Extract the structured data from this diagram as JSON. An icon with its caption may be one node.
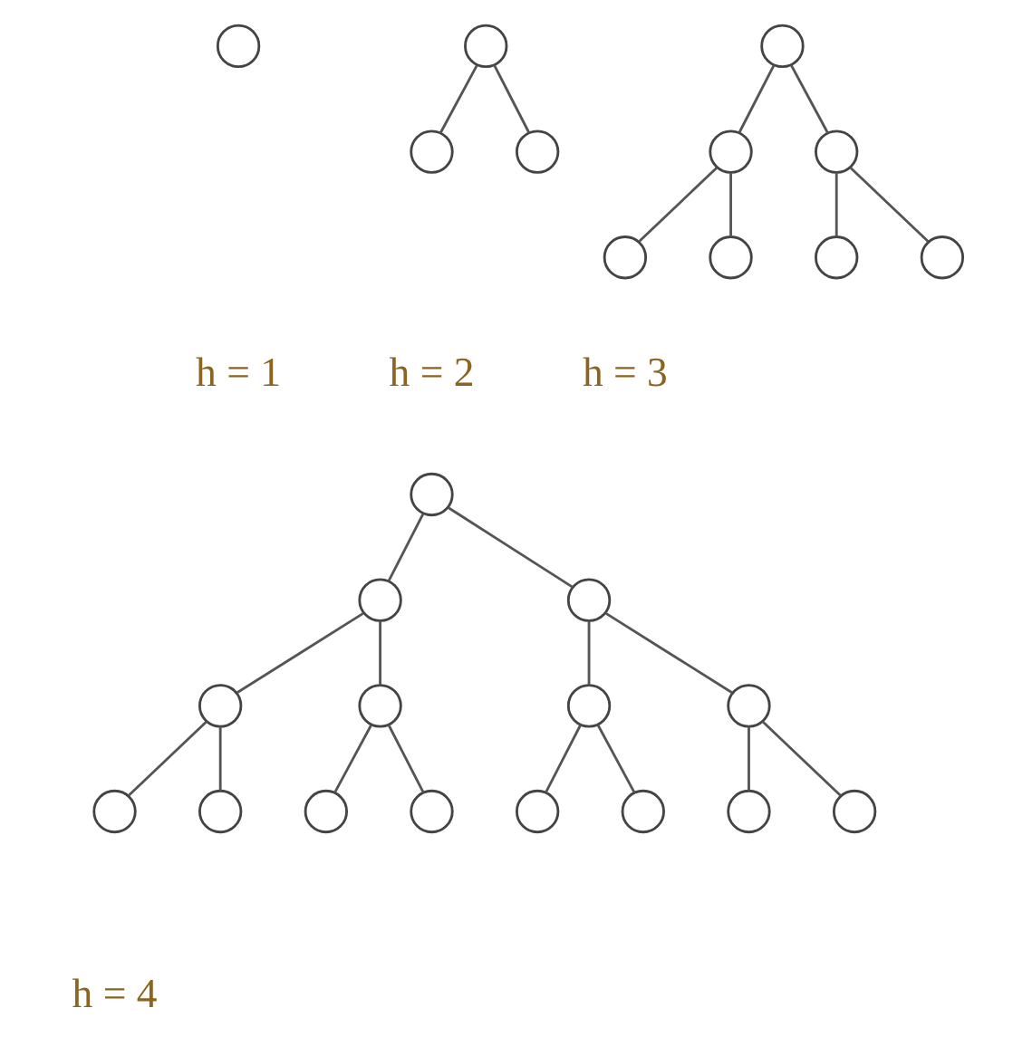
{
  "diagram": {
    "nodes": [
      {
        "text": [],
        "shape": "circle"
      },
      {
        "text": [],
        "shape": "circle"
      },
      {
        "text": [],
        "shape": "circle"
      },
      {
        "text": [],
        "shape": "circle"
      },
      {
        "text": [],
        "shape": "circle"
      },
      {
        "text": [],
        "shape": "circle"
      },
      {
        "text": [],
        "shape": "circle"
      },
      {
        "text": [],
        "shape": "circle"
      },
      {
        "text": [],
        "shape": "circle"
      },
      {
        "text": [],
        "shape": "circle"
      },
      {
        "text": [],
        "shape": "circle"
      },
      {
        "text": [],
        "shape": "circle"
      },
      {
        "text": [],
        "shape": "circle"
      },
      {
        "text": [],
        "shape": "circle"
      },
      {
        "text": [],
        "shape": "circle"
      },
      {
        "text": [],
        "shape": "circle"
      },
      {
        "text": [],
        "shape": "circle"
      },
      {
        "text": [],
        "shape": "circle"
      },
      {
        "text": [],
        "shape": "circle"
      },
      {
        "text": [],
        "shape": "circle"
      },
      {
        "text": [],
        "shape": "circle"
      },
      {
        "text": [],
        "shape": "circle"
      },
      {
        "text": [],
        "shape": "circle"
      },
      {
        "text": [],
        "shape": "circle"
      },
      {
        "text": [],
        "shape": "circle"
      },
      {
        "text": [],
        "shape": "circle"
      }
    ],
    "edges": [
      {
        "from": 1,
        "to": 2,
        "arrow": "none"
      },
      {
        "from": 1,
        "to": 3,
        "arrow": "none"
      },
      {
        "from": 4,
        "to": 5,
        "arrow": "none"
      },
      {
        "from": 4,
        "to": 6,
        "arrow": "none"
      },
      {
        "from": 5,
        "to": 7,
        "arrow": "none"
      },
      {
        "from": 5,
        "to": 8,
        "arrow": "none"
      },
      {
        "from": 6,
        "to": 9,
        "arrow": "none"
      },
      {
        "from": 6,
        "to": 10,
        "arrow": "none"
      },
      {
        "from": 11,
        "to": 12,
        "arrow": "none"
      },
      {
        "from": 11,
        "to": 13,
        "arrow": "none"
      },
      {
        "from": 12,
        "to": 14,
        "arrow": "none"
      },
      {
        "from": 12,
        "to": 15,
        "arrow": "none"
      },
      {
        "from": 13,
        "to": 16,
        "arrow": "none"
      },
      {
        "from": 13,
        "to": 17,
        "arrow": "none"
      },
      {
        "from": 14,
        "to": 18,
        "arrow": "none"
      },
      {
        "from": 14,
        "to": 19,
        "arrow": "none"
      },
      {
        "from": 15,
        "to": 20,
        "arrow": "none"
      },
      {
        "from": 15,
        "to": 21,
        "arrow": "none"
      },
      {
        "from": 16,
        "to": 22,
        "arrow": "none"
      },
      {
        "from": 16,
        "to": 23,
        "arrow": "none"
      },
      {
        "from": 17,
        "to": 24,
        "arrow": "none"
      },
      {
        "from": 17,
        "to": 25,
        "arrow": "none"
      }
    ],
    "labels": [
      "h = 1",
      "h = 2",
      "h = 3",
      "h = 4"
    ]
  }
}
